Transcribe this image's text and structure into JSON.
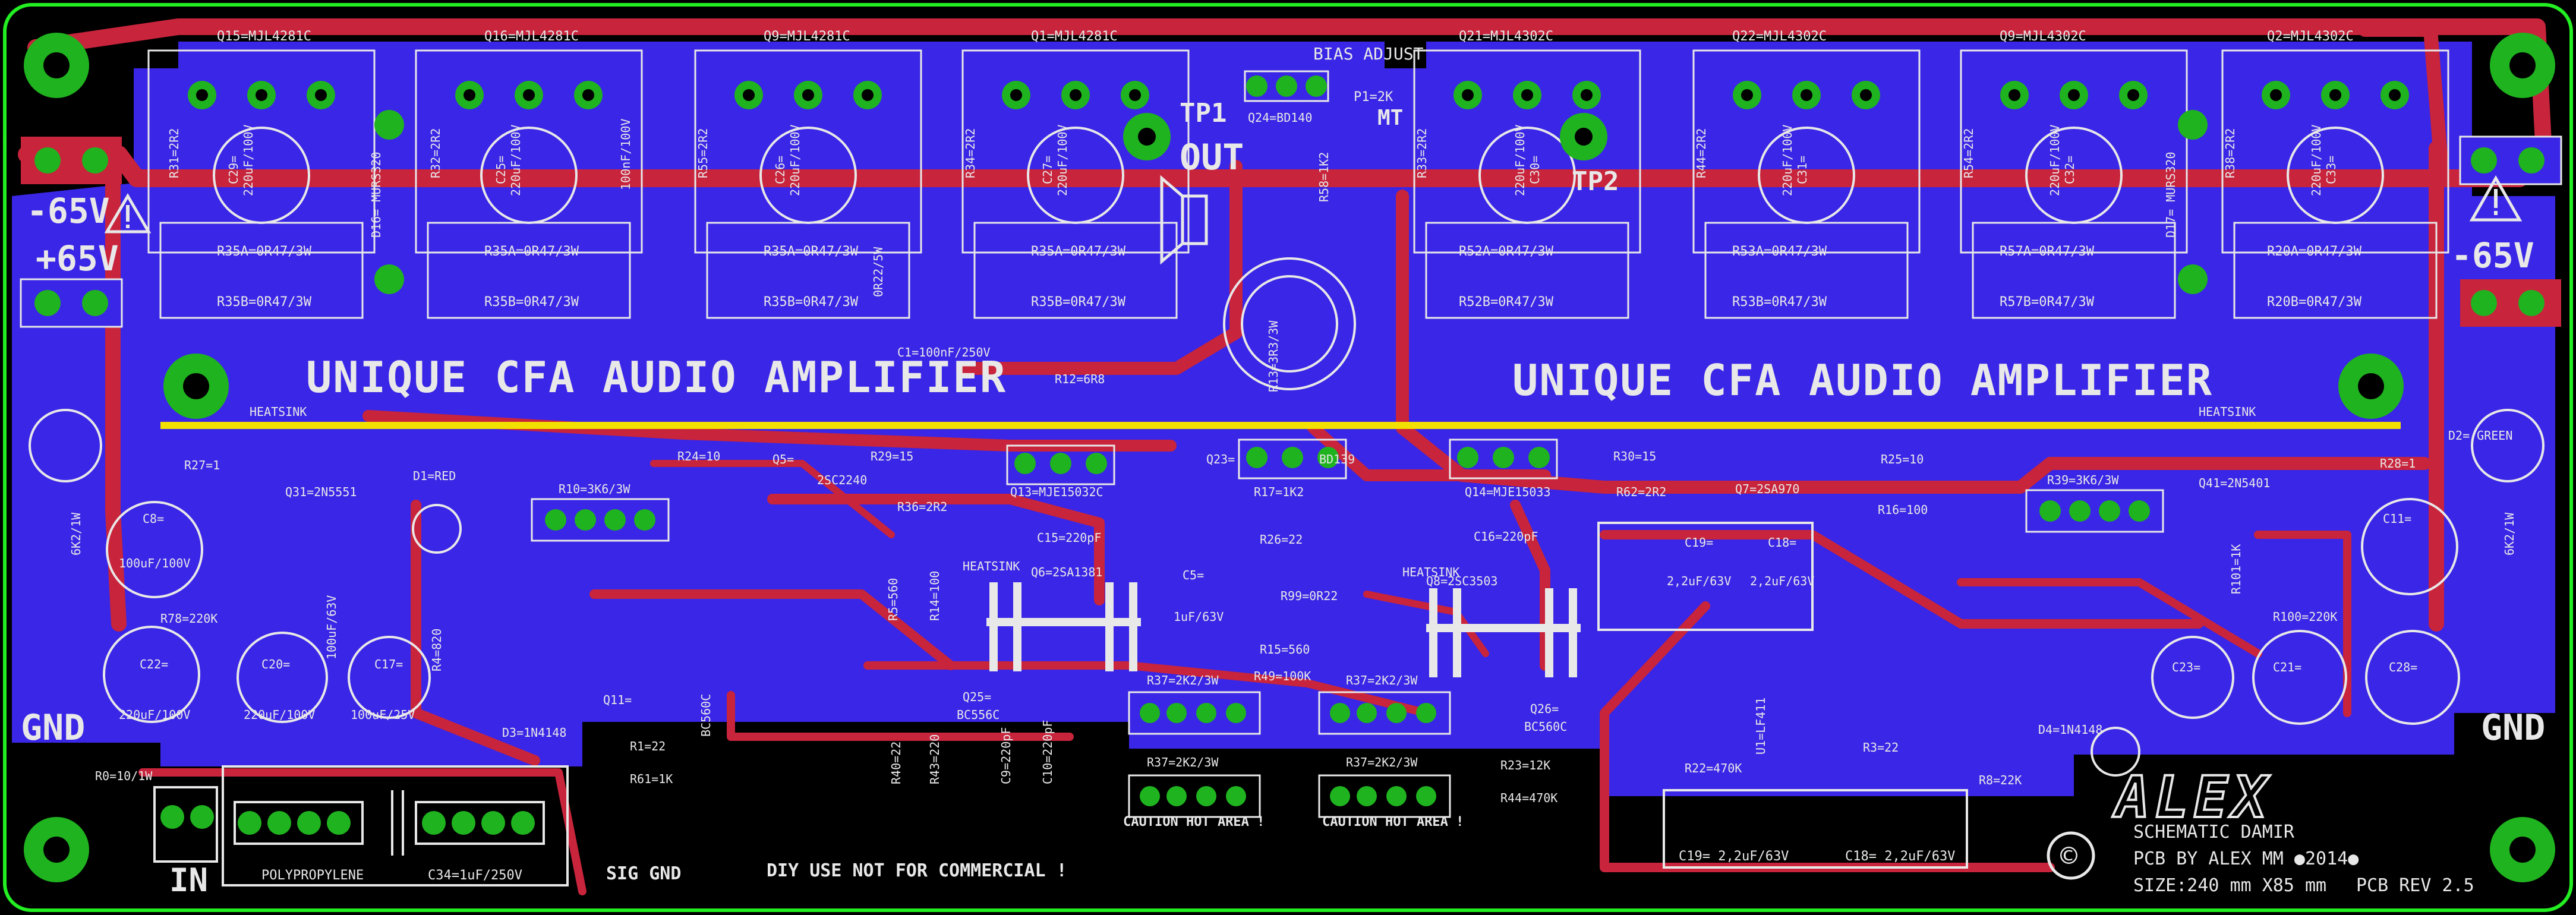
{
  "colors": {
    "background": "#000000",
    "board_outline": "#22ee22",
    "copper_bottom": "#3a26e6",
    "copper_top": "#c8243c",
    "silkscreen": "#e8e8e8",
    "pad": "#1fb31f",
    "heatsink_line": "#f2e100"
  },
  "title": "UNIQUE CFA AUDIO AMPLIFIER",
  "rails": {
    "neg_left": "-65V",
    "pos_left": "+65V",
    "neg_right": "-65V",
    "gnd_left": "GND",
    "gnd_right": "GND"
  },
  "output_labels": {
    "tp1": "TP1",
    "out": "OUT",
    "tp2": "TP2",
    "bias": "BIAS ADJUST",
    "mt": "MT",
    "p1": "P1=2K"
  },
  "transistors_top": [
    "Q15=MJL4281C",
    "Q16=MJL4281C",
    "Q9=MJL4281C",
    "Q1=MJL4281C",
    "Q21=MJL4302C",
    "Q22=MJL4302C",
    "Q9=MJL4302C",
    "Q2=MJL4302C"
  ],
  "emitter_resistors": [
    [
      "R35A=0R47/3W",
      "R35B=0R47/3W"
    ],
    [
      "R35A=0R47/3W",
      "R35B=0R47/3W"
    ],
    [
      "R35A=0R47/3W",
      "R35B=0R47/3W"
    ],
    [
      "R35A=0R47/3W",
      "R35B=0R47/3W"
    ],
    [
      "R52A=0R47/3W",
      "R52B=0R47/3W"
    ],
    [
      "R53A=0R47/3W",
      "R53B=0R47/3W"
    ],
    [
      "R57A=0R47/3W",
      "R57B=0R47/3W"
    ],
    [
      "R20A=0R47/3W",
      "R20B=0R47/3W"
    ]
  ],
  "base_resistors": [
    "R31=2R2",
    "R32=2R2",
    "R55=2R2",
    "R34=2R2",
    "R33=2R2",
    "R44=2R2",
    "R54=2R2",
    "R38=2R2"
  ],
  "caps_top": [
    "C29=",
    "C25=",
    "C26=",
    "C27=",
    "C30=",
    "C31=",
    "C32=",
    "C33="
  ],
  "cap_values_top": "220uF/100V",
  "misc_top_parts": [
    "100nF/100V",
    "0R22/5W",
    "D16= MURS320",
    "D17= MURS320",
    "Q24=BD140",
    "R58=1K2",
    "R13=3R3/3W",
    "C1=100nF/250V",
    "R12=6R8"
  ],
  "heatsink_labels": [
    "HEATSINK",
    "HEATSINK",
    "HEATSINK",
    "HEATSINK"
  ],
  "mid_parts": [
    "R27=1",
    "Q31=2N5551",
    "D1=RED",
    "R10=3K6/3W",
    "R24=10",
    "Q5=",
    "R29=15",
    "2SC2240",
    "Q13=MJE15032C",
    "R36=2R2",
    "C15=220pF",
    "Q23=",
    "BD139",
    "R17=1K2",
    "R26=22",
    "Q14=MJE15033",
    "R30=15",
    "R62=2R2",
    "Q7=2SA970",
    "C16=220pF",
    "R25=10",
    "R16=100",
    "R39=3K6/3W",
    "Q41=2N5401",
    "R28=1",
    "D2= GREEN",
    "C19=",
    "C18=",
    "2,2uF/63V",
    "2,2uF/63V"
  ],
  "lower_parts": [
    "C8=",
    "100uF/100V",
    "R78=220K",
    "C22=",
    "C20=",
    "C17=",
    "R4=820",
    "100uF/63V",
    "220uF/100V",
    "220uF/100V",
    "100uF/25V",
    "Q6=2SA1381",
    "Q8=2SC3503",
    "C5=",
    "1uF/63V",
    "R99=0R22",
    "R15=560",
    "R49=100K",
    "R37=2K2/3W",
    "R37=2K2/3W",
    "R37=2K2/3W",
    "R37=2K2/3W",
    "Q25=",
    "BC556C",
    "Q26=",
    "BC560C",
    "R23=12K",
    "R44=470K",
    "R22=470K",
    "U1=LF411",
    "R3=22",
    "D4=1N4148",
    "R8=22K",
    "C11=",
    "C21=",
    "C28=",
    "C23=",
    "R100=220K",
    "R101=1K",
    "6K2/1W",
    "6K2/1W",
    "Q11=",
    "BC560C",
    "R5=560",
    "R14=100",
    "R40=22",
    "R43=220",
    "C9=220pF",
    "C10=220pF",
    "D3=1N4148",
    "R1=22",
    "R61=1K"
  ],
  "bottom": {
    "r0": "R0=10/1W",
    "in": "IN",
    "polyprop": "POLYPROPYLENE",
    "c34": "C34=1uF/250V",
    "sig_gnd": "SIG GND",
    "diy": "DIY USE NOT FOR COMMERCIAL !",
    "caution1": "CAUTION HOT AREA !",
    "caution2": "CAUTION HOT AREA !",
    "c19b": "C19= 2,2uF/63V",
    "c18b": "C18= 2,2uF/63V",
    "logo": "ALEX",
    "schematic": "SCHEMATIC DAMIR",
    "pcb_by": "PCB BY ALEX MM ●2014●",
    "size": "SIZE:240 mm X85 mm",
    "rev": "PCB REV 2.5",
    "copyright": "©"
  }
}
